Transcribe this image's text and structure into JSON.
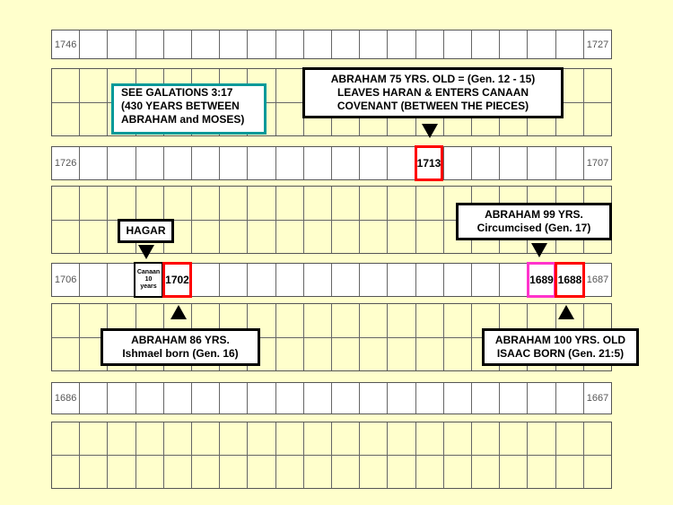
{
  "year_rows": [
    {
      "start": "1746",
      "end": "1727"
    },
    {
      "start": "1726",
      "end": "1707"
    },
    {
      "start": "1706",
      "end": "1687"
    },
    {
      "start": "1686",
      "end": "1667"
    }
  ],
  "marks": {
    "y1713": "1713",
    "y1702": "1702",
    "y1689": "1689",
    "y1688": "1688",
    "canaan": [
      "Canaan",
      "10",
      "years"
    ]
  },
  "colors": {
    "red": "#ff0000",
    "magenta": "#ff33cc",
    "teal": "#009999"
  },
  "callouts": {
    "galatians": [
      "SEE GALATIONS 3:17",
      "(430 YEARS BETWEEN",
      "ABRAHAM and MOSES)"
    ],
    "abraham75": [
      "ABRAHAM  75 YRS. OLD  = (Gen. 12 - 15)",
      "LEAVES HARAN & ENTERS CANAAN",
      "COVENANT (BETWEEN THE PIECES)"
    ],
    "hagar": "HAGAR",
    "abraham99": [
      "ABRAHAM  99 YRS.",
      "Circumcised  (Gen. 17)"
    ],
    "abraham86": [
      "ABRAHAM  86 YRS.",
      "Ishmael born (Gen. 16)"
    ],
    "abraham100": [
      "ABRAHAM  100 YRS. OLD",
      "ISAAC BORN (Gen. 21:5)"
    ]
  }
}
